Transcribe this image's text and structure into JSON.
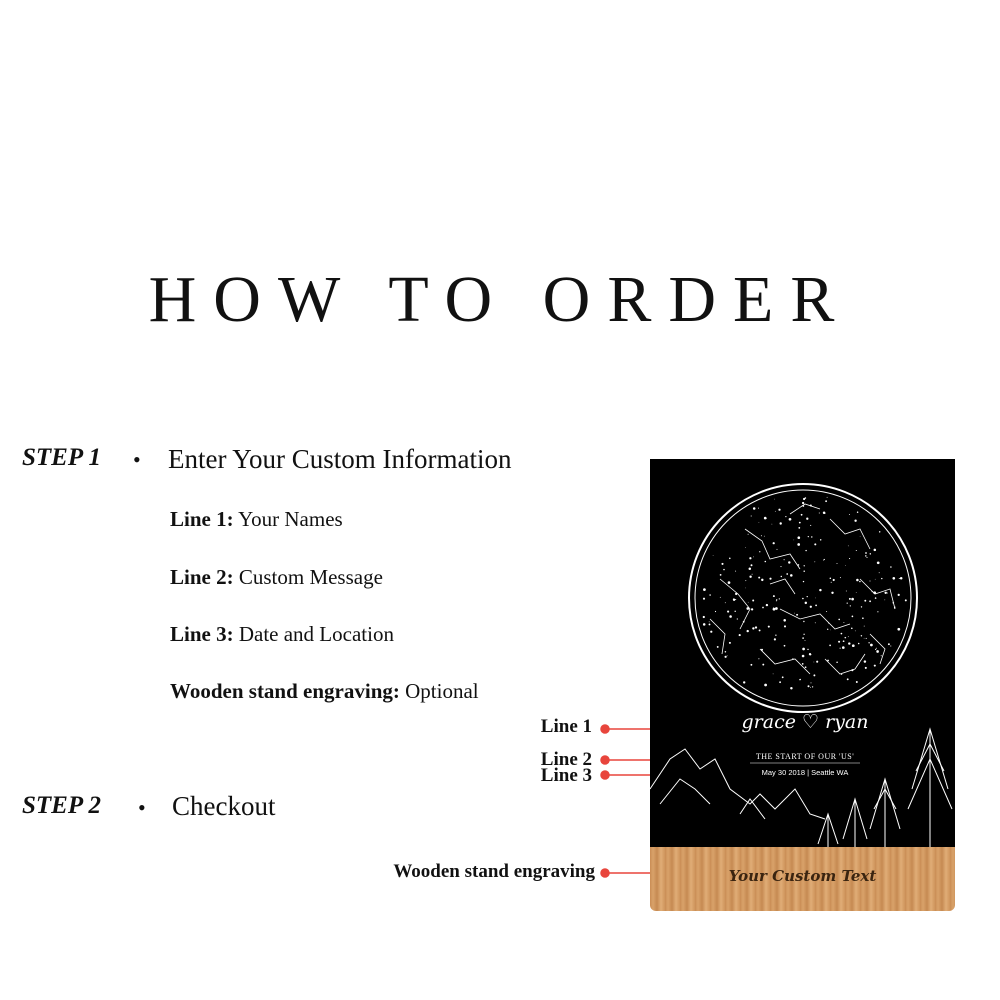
{
  "title": "HOW TO ORDER",
  "step1": {
    "label": "STEP 1",
    "bullet": "•",
    "text": "Enter Your Custom Information",
    "lines": [
      {
        "key": "Line 1:",
        "value": "Your Names"
      },
      {
        "key": "Line 2:",
        "value": "Custom Message"
      },
      {
        "key": "Line 3:",
        "value": "Date and Location"
      },
      {
        "key": "Wooden stand engraving:",
        "value": "Optional"
      }
    ]
  },
  "step2": {
    "label": "STEP 2",
    "bullet": "•",
    "text": "Checkout"
  },
  "callouts": {
    "line1": "Line 1",
    "line2": "Line 2",
    "line3": "Line 3",
    "stand": "Wooden stand engraving"
  },
  "product": {
    "names": "grace ♡ ryan",
    "message": "THE START OF OUR 'US'",
    "date_location": "May 30 2018 | Seattle WA",
    "engraving": "Your Custom Text"
  },
  "colors": {
    "callout_dot": "#e8453c",
    "plaque": "#000000",
    "wood": "#d39a5f"
  }
}
